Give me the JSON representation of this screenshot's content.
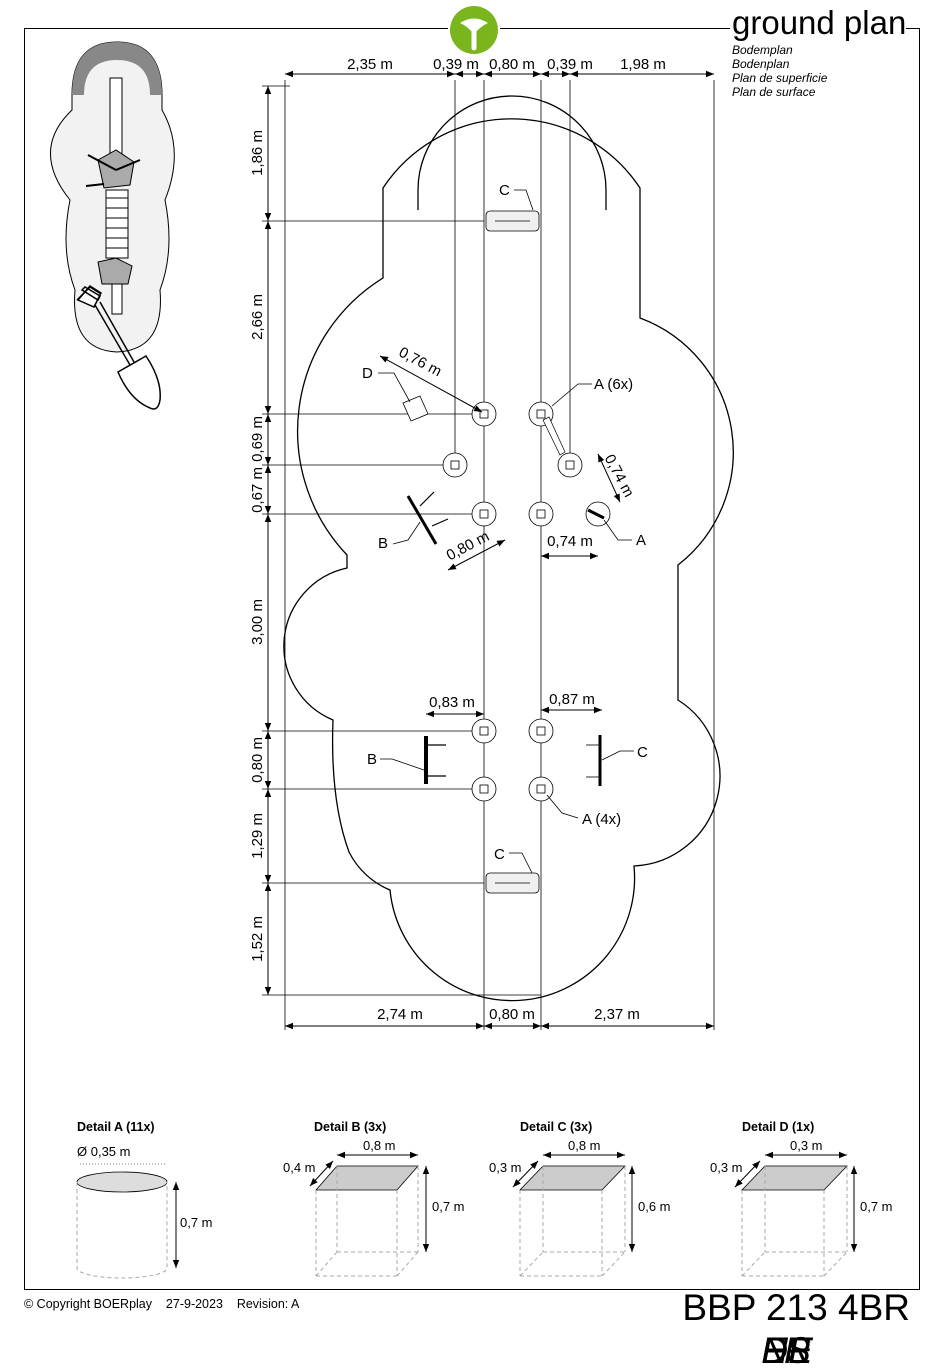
{
  "header": {
    "title": "ground plan",
    "translations": [
      {
        "code": "NL",
        "text": "Bodemplan"
      },
      {
        "code": "DE",
        "text": "Bodenplan"
      },
      {
        "code": "ES",
        "text": "Plan de superficie"
      },
      {
        "code": "FR",
        "text": "Plan de surface"
      }
    ]
  },
  "dimensions": {
    "top": [
      "2,35 m",
      "0,39 m",
      "0,80 m",
      "0,39 m",
      "1,98 m"
    ],
    "left": [
      "1,86 m",
      "2,66 m",
      "0,69 m",
      "0,67 m",
      "3,00 m",
      "0,80 m",
      "1,29 m",
      "1,52 m"
    ],
    "bottom": [
      "2,74 m",
      "0,80 m",
      "2,37 m"
    ],
    "inner": {
      "d_076": "0,76 m",
      "d_074_diag": "0,74 m",
      "d_080_diag": "0,80 m",
      "d_074": "0,74 m",
      "d_083": "0,83 m",
      "d_087": "0,87 m"
    }
  },
  "labels": {
    "c_top": "C",
    "d": "D",
    "a6": "A (6x)",
    "a": "A",
    "b_upper": "B",
    "b_lower": "B",
    "c_right": "C",
    "a4": "A (4x)",
    "c_bottom": "C"
  },
  "details": [
    {
      "title": "Detail A (11x)",
      "diameter": "Ø 0,35 m",
      "height": "0,7 m"
    },
    {
      "title": "Detail B (3x)",
      "width": "0,8 m",
      "depth": "0,4 m",
      "height": "0,7 m"
    },
    {
      "title": "Detail C (3x)",
      "width": "0,8 m",
      "depth": "0,3 m",
      "height": "0,6 m"
    },
    {
      "title": "Detail D (1x)",
      "width": "0,3 m",
      "depth": "0,3 m",
      "height": "0,7 m"
    }
  ],
  "footer": {
    "copyright": "© Copyright BOERplay",
    "date": "27-9-2023",
    "revision": "Revision: A",
    "product_code": "BBP 213 4BR"
  },
  "colors": {
    "logo_green": "#7ab51d",
    "thumbnail_fill": "#f2f2f2",
    "thumbnail_dark": "#888888"
  }
}
